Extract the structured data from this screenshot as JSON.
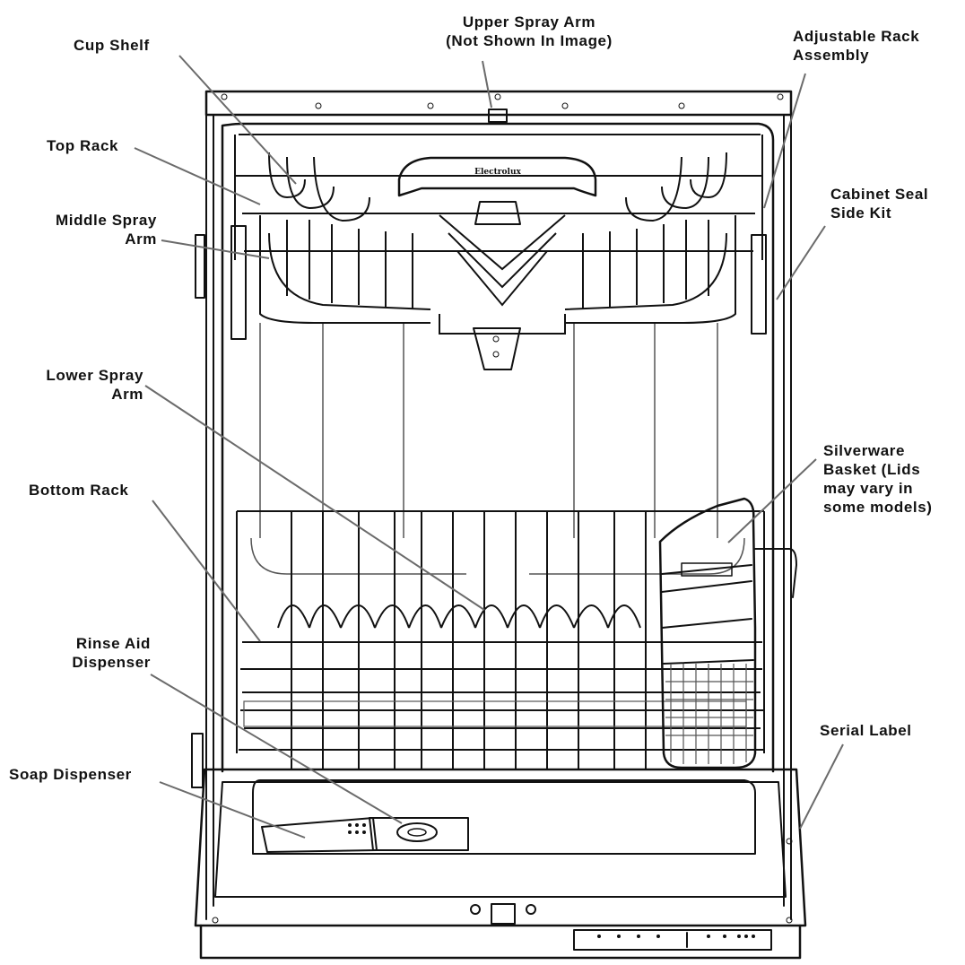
{
  "labels": {
    "upper_spray_arm": "Upper Spray Arm\n(Not Shown In Image)",
    "cup_shelf": "Cup Shelf",
    "adjustable_rack_assembly": "Adjustable Rack\nAssembly",
    "top_rack": "Top Rack",
    "cabinet_seal_side_kit": "Cabinet Seal\nSide Kit",
    "middle_spray_arm": "Middle Spray\nArm",
    "lower_spray_arm": "Lower Spray\nArm",
    "silverware_basket": "Silverware\nBasket (Lids\nmay vary in\nsome models)",
    "bottom_rack": "Bottom Rack",
    "rinse_aid_dispenser": "Rinse Aid\nDispenser",
    "serial_label": "Serial Label",
    "soap_dispenser": "Soap Dispenser"
  },
  "brand_logo_text": "Electrolux",
  "colors": {
    "line": "#111111",
    "leader": "#6b6b6b",
    "background": "#ffffff"
  }
}
